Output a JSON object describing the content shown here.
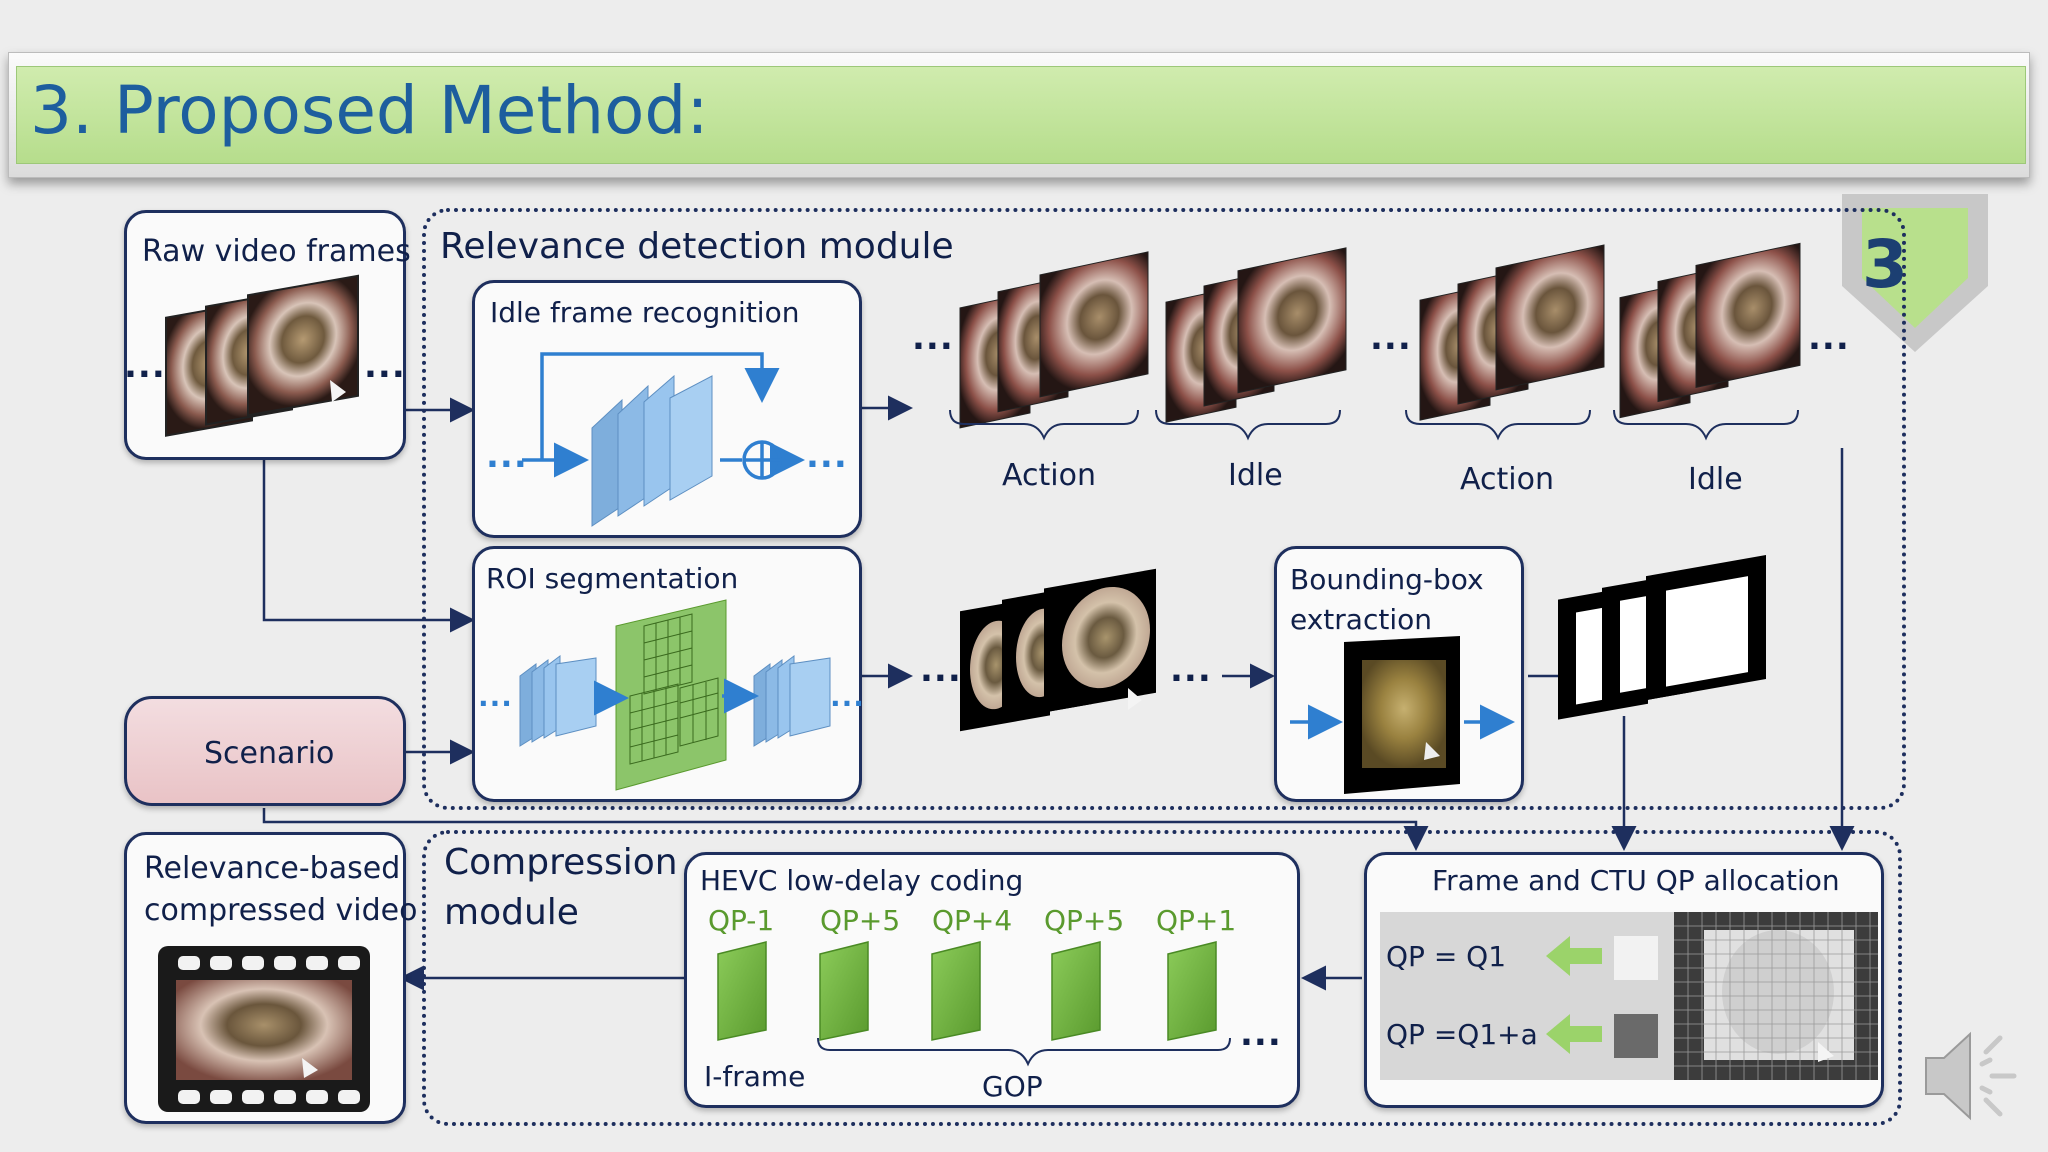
{
  "slide": {
    "title": "3. Proposed Method:",
    "slide_number": "3"
  },
  "raw": {
    "label": "Raw video frames",
    "dots_left": "...",
    "dots_right": "..."
  },
  "relevance": {
    "label": "Relevance detection module"
  },
  "idle": {
    "label": "Idle frame recognition",
    "dots_left": "...",
    "dots_right": "..."
  },
  "frames_row": {
    "dots": "...",
    "groups": [
      "Action",
      "Idle",
      "Action",
      "Idle"
    ]
  },
  "roi": {
    "label": "ROI segmentation",
    "dots": "..."
  },
  "seg_row": {
    "dots": "..."
  },
  "bbox": {
    "label_line1": "Bounding-box",
    "label_line2": "extraction"
  },
  "scenario": {
    "label": "Scenario"
  },
  "output": {
    "label_line1": "Relevance-based",
    "label_line2": "compressed video"
  },
  "compression": {
    "label_line1": "Compression",
    "label_line2": "module"
  },
  "hevc": {
    "label": "HEVC low-delay coding",
    "qps": [
      "QP-1",
      "QP+5",
      "QP+4",
      "QP+5",
      "QP+1"
    ],
    "iframe": "I-frame",
    "gop": "GOP",
    "dots": "..."
  },
  "qpalloc": {
    "label": "Frame and CTU QP allocation",
    "qp1": "QP = Q1",
    "qp2": "QP =Q1+a"
  },
  "icons": {
    "speaker": "speaker-icon",
    "badge": "pentagon-badge"
  },
  "colors": {
    "title_blue": "#1d5e9e",
    "title_green": "#c4e49c",
    "navy": "#1e2f5e",
    "frame_green": "#6fae3d"
  }
}
